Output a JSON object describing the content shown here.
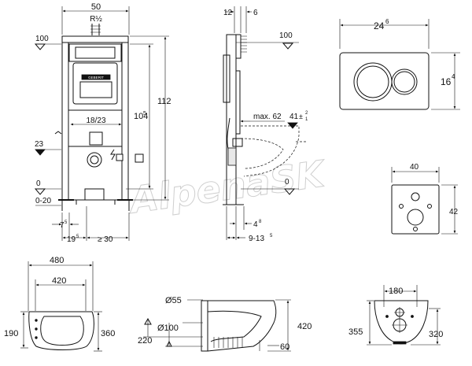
{
  "front_view": {
    "dim_width": "50",
    "dim_connection": "R½",
    "dim_level_100": "100",
    "dim_height_112": "112",
    "dim_height_104": "104",
    "dim_height_104_sup": "5",
    "dim_pipe_range": "18/23",
    "dim_level_23": "23",
    "dim_level_0": "0",
    "dim_floor_range": "0-20",
    "dim_7": "7",
    "dim_7_sup": "5",
    "dim_19": "19",
    "dim_19_sup": "5",
    "dim_min_30": "≥ 30",
    "brand_label": "GEBERIT"
  },
  "side_view": {
    "dim_12": "12",
    "dim_6": "6",
    "dim_level_100": "100",
    "dim_max_62": "max. 62",
    "dim_41": "41",
    "dim_41_tol": "±",
    "dim_41_tol_up": "2",
    "dim_41_tol_down": "1",
    "dim_level_0": "0",
    "dim_4": "4",
    "dim_4_sup": "8",
    "dim_9_13": "9-13",
    "dim_9_13_sup": "5"
  },
  "plate_view": {
    "dim_width": "24",
    "dim_width_sup": "6",
    "dim_height": "16",
    "dim_height_sup": "4"
  },
  "cutout_view": {
    "dim_width": "40",
    "dim_height": "42"
  },
  "bowl_top_view": {
    "dim_480": "480",
    "dim_420": "420",
    "dim_190": "190",
    "dim_360": "360"
  },
  "bowl_side_view": {
    "dim_55": "Ø55",
    "dim_100": "Ø100",
    "dim_220": "220",
    "dim_420": "420",
    "dim_60": "60"
  },
  "bowl_back_view": {
    "dim_180": "180",
    "dim_355": "355",
    "dim_320": "320"
  },
  "watermark": "AlpenaSK"
}
